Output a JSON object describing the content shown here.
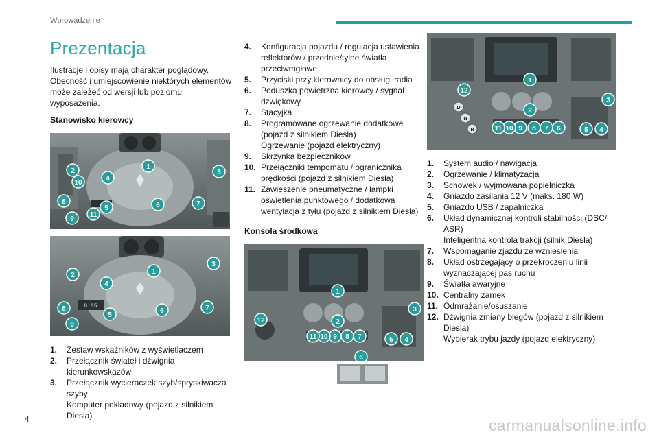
{
  "header": {
    "section": "Wprowadzenie"
  },
  "page_number": "4",
  "watermark": "carmanualsonline.info",
  "title": "Prezentacja",
  "intro": "Ilustracje i opisy mają charakter poglądowy. Obecność i umiejscowienie niektórych elementów może zależeć od wersji lub poziomu wyposażenia.",
  "driver_heading": "Stanowisko kierowcy",
  "console_heading": "Konsola środkowa",
  "driver_items": [
    {
      "num": "1.",
      "lines": [
        "Zestaw wskaźników z wyświetlaczem"
      ]
    },
    {
      "num": "2.",
      "lines": [
        "Przełącznik świateł i dźwignia kierunkowskazów"
      ]
    },
    {
      "num": "3.",
      "lines": [
        "Przełącznik wycieraczek szyb/spryskiwacza szyby",
        "Komputer pokładowy (pojazd z silnikiem Diesla)"
      ]
    },
    {
      "num": "4.",
      "lines": [
        "Konfiguracja pojazdu / regulacja ustawienia reflektorów / przednie/tylne światła przeciwmgłowe"
      ]
    },
    {
      "num": "5.",
      "lines": [
        "Przyciski przy kierownicy do obsługi radia"
      ]
    },
    {
      "num": "6.",
      "lines": [
        "Poduszka powietrzna kierowcy / sygnał dźwiękowy"
      ]
    },
    {
      "num": "7.",
      "lines": [
        "Stacyjka"
      ]
    },
    {
      "num": "8.",
      "lines": [
        "Programowane ogrzewanie dodatkowe (pojazd z silnikiem Diesla)",
        "Ogrzewanie (pojazd elektryczny)"
      ]
    },
    {
      "num": "9.",
      "lines": [
        "Skrzynka bezpieczników"
      ]
    },
    {
      "num": "10.",
      "lines": [
        "Przełączniki tempomatu / ogranicznika prędkości (pojazd z silnikiem Diesla)"
      ]
    },
    {
      "num": "11.",
      "lines": [
        "Zawieszenie pneumatyczne / lampki oświetlenia punktowego / dodatkowa wentylacja z tyłu (pojazd z silnikiem Diesla)"
      ]
    }
  ],
  "console_items": [
    {
      "num": "1.",
      "lines": [
        "System audio / nawigacja"
      ]
    },
    {
      "num": "2.",
      "lines": [
        "Ogrzewanie / klimatyzacja"
      ]
    },
    {
      "num": "3.",
      "lines": [
        "Schowek / wyjmowana popielniczka"
      ]
    },
    {
      "num": "4.",
      "lines": [
        "Gniazdo zasilania 12 V (maks. 180 W)"
      ]
    },
    {
      "num": "5.",
      "lines": [
        "Gniazdo USB / zapalniczka"
      ]
    },
    {
      "num": "6.",
      "lines": [
        "Układ dynamicznej kontroli stabilności (DSC/ ASR)",
        "Inteligentna kontrola trakcji (silnik Diesla)"
      ]
    },
    {
      "num": "7.",
      "lines": [
        "Wspomaganie zjazdu ze wzniesienia"
      ]
    },
    {
      "num": "8.",
      "lines": [
        "Układ ostrzegający o przekroczeniu linii wyznaczającej pas ruchu"
      ]
    },
    {
      "num": "9.",
      "lines": [
        "Światła awaryjne"
      ]
    },
    {
      "num": "10.",
      "lines": [
        "Centralny zamek"
      ]
    },
    {
      "num": "11.",
      "lines": [
        "Odmrażanie/osuszanie"
      ]
    },
    {
      "num": "12.",
      "lines": [
        "Dźwignia zmiany biegów (pojazd z silnikiem Diesla)",
        "Wybierak trybu jazdy (pojazd elektryczny)"
      ]
    }
  ],
  "figures": {
    "cockpit1_callouts": [
      "1",
      "2",
      "3",
      "4",
      "5",
      "6",
      "7",
      "8",
      "9",
      "10",
      "11"
    ],
    "cockpit2_callouts": [
      "1",
      "2",
      "3",
      "4",
      "5",
      "6",
      "7",
      "8",
      "9"
    ],
    "console1_callouts": [
      "1",
      "2",
      "3",
      "4",
      "5",
      "6",
      "7",
      "8",
      "9",
      "10",
      "11",
      "12"
    ],
    "console2_callouts": [
      "1",
      "2",
      "3",
      "4",
      "5",
      "6",
      "7",
      "8",
      "9",
      "10",
      "11",
      "12"
    ],
    "gear_labels": [
      "D",
      "N",
      "R"
    ],
    "display_text": "8:35"
  },
  "colors": {
    "accent": "#1aa3a0",
    "title": "#2aa9a6",
    "callout": "#2a9d9a"
  }
}
